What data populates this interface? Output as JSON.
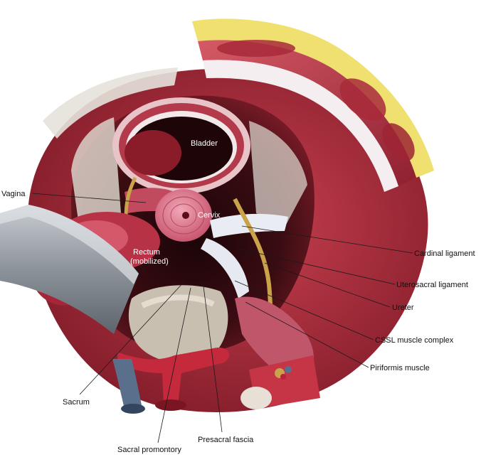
{
  "labels": {
    "bladder": "Bladder",
    "cervix": "Cervix",
    "vagina": "Vagina",
    "rectum_line1": "Rectum",
    "rectum_line2": "(mobilized)",
    "cardinal_ligament": "Cardinal ligament",
    "uterosacral_ligament": "Uterosacral ligament",
    "ureter": "Ureter",
    "cssl_muscle_complex": "CSSL muscle complex",
    "piriformis_muscle": "Piriformis muscle",
    "sacrum": "Sacrum",
    "sacral_promontory": "Sacral promontory",
    "presacral_fascia": "Presacral fascia"
  },
  "colors": {
    "background": "#ffffff",
    "tissue_red": "#b5283a",
    "dark_cavity": "#2a0a0e",
    "cervix_pink": "#e07a94",
    "ligament_white": "#e9ecf2",
    "retractor_gray": "#9aa0a8",
    "ureter_yellow": "#c9a24a",
    "fat_yellow": "#e8d36a",
    "vein_blue": "#5a6f8c"
  }
}
